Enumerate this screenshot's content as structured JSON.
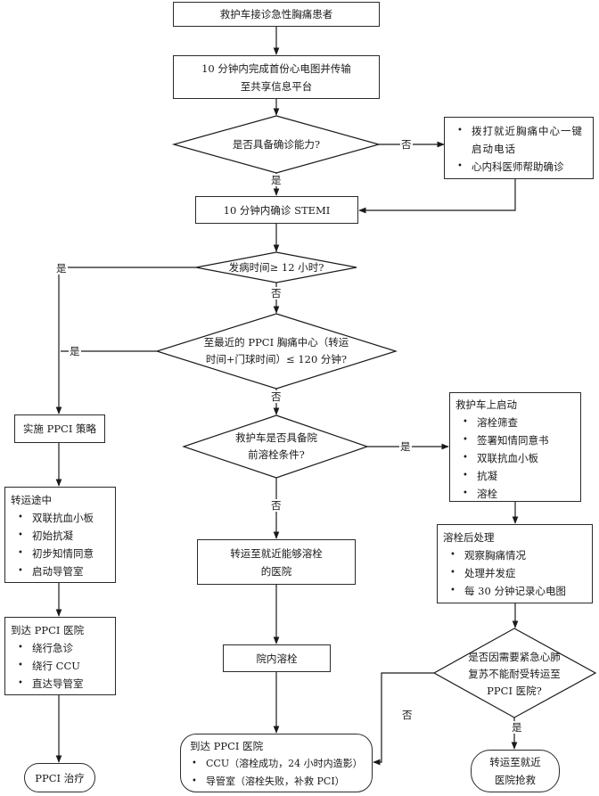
{
  "nodes": {
    "receive": "救护车接诊急性胸痛患者",
    "ecg_line1": "10 分钟内完成首份心电图并传输",
    "ecg_line2": "至共享信息平台",
    "dx_ability": "是否具备确诊能力?",
    "call_items": [
      "拨打就近胸痛中心一键启动电话",
      "心内科医师帮助确诊"
    ],
    "confirm_stemi": "10 分钟内确诊 STEMI",
    "onset_time": "发病时间≥ 12 小时?",
    "transport_line1": "至最近的 PPCI 胸痛中心（转运",
    "transport_line2": "时间+门球时间）≤ 120 分钟?",
    "ppci_strategy": "实施 PPCI 策略",
    "ambulance_cond_line1": "救护车是否具备院",
    "ambulance_cond_line2": "前溶栓条件?",
    "en_route": {
      "title": "转运途中",
      "items": [
        "双联抗血小板",
        "初始抗凝",
        "初步知情同意",
        "启动导管室"
      ]
    },
    "ambulance_start": {
      "title": "救护车上启动",
      "items": [
        "溶栓筛查",
        "签署知情同意书",
        "双联抗血小板",
        "抗凝",
        "溶栓"
      ]
    },
    "transfer_lytic_line1": "转运至就近能够溶栓",
    "transfer_lytic_line2": "的医院",
    "post_lysis": {
      "title": "溶栓后处理",
      "items": [
        "观察胸痛情况",
        "处理并发症",
        "每 30 分钟记录心电图"
      ]
    },
    "arrive_ppci_left": {
      "title": "到达 PPCI 医院",
      "items": [
        "绕行急诊",
        "绕行 CCU",
        "直达导管室"
      ]
    },
    "inhospital_lysis": "院内溶栓",
    "cpr_line1": "是否因需要紧急心肺",
    "cpr_line2": "复苏不能耐受转运至",
    "cpr_line3": "PPCI 医院?",
    "ppci_treat": "PPCI 治疗",
    "arrive_ppci_bottom": {
      "title": "到达 PPCI 医院",
      "items": [
        "CCU（溶栓成功，24 小时内造影）",
        "导管室（溶栓失败，补救 PCI）"
      ]
    },
    "transfer_rescue_line1": "转运至就近",
    "transfer_rescue_line2": "医院抢救"
  },
  "labels": {
    "yes": "是",
    "no": "否"
  }
}
